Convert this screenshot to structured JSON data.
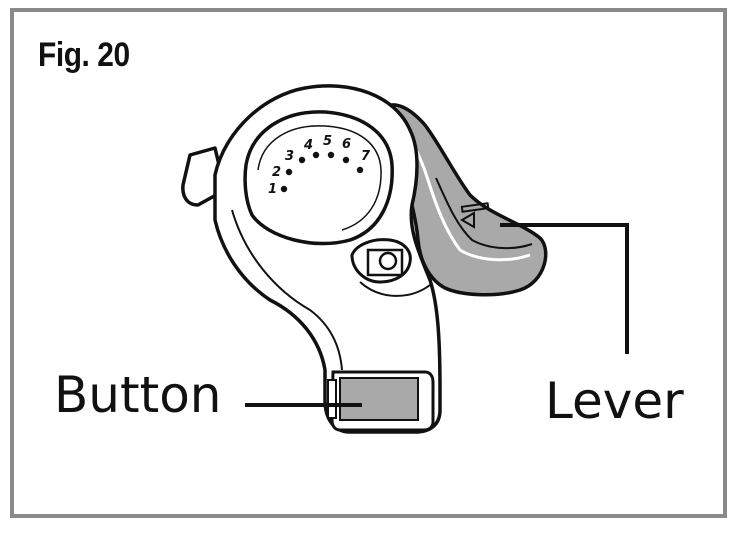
{
  "figure": {
    "title": "Fig. 20"
  },
  "labels": {
    "button": "Button",
    "lever": "Lever"
  },
  "gear_indicator": {
    "numbers": [
      "1",
      "2",
      "3",
      "4",
      "5",
      "6",
      "7"
    ]
  },
  "colors": {
    "frame": "#8a8a8a",
    "lever_fill": "#a9a9a9",
    "button_fill": "#a9a9a9",
    "outline": "#111111"
  }
}
